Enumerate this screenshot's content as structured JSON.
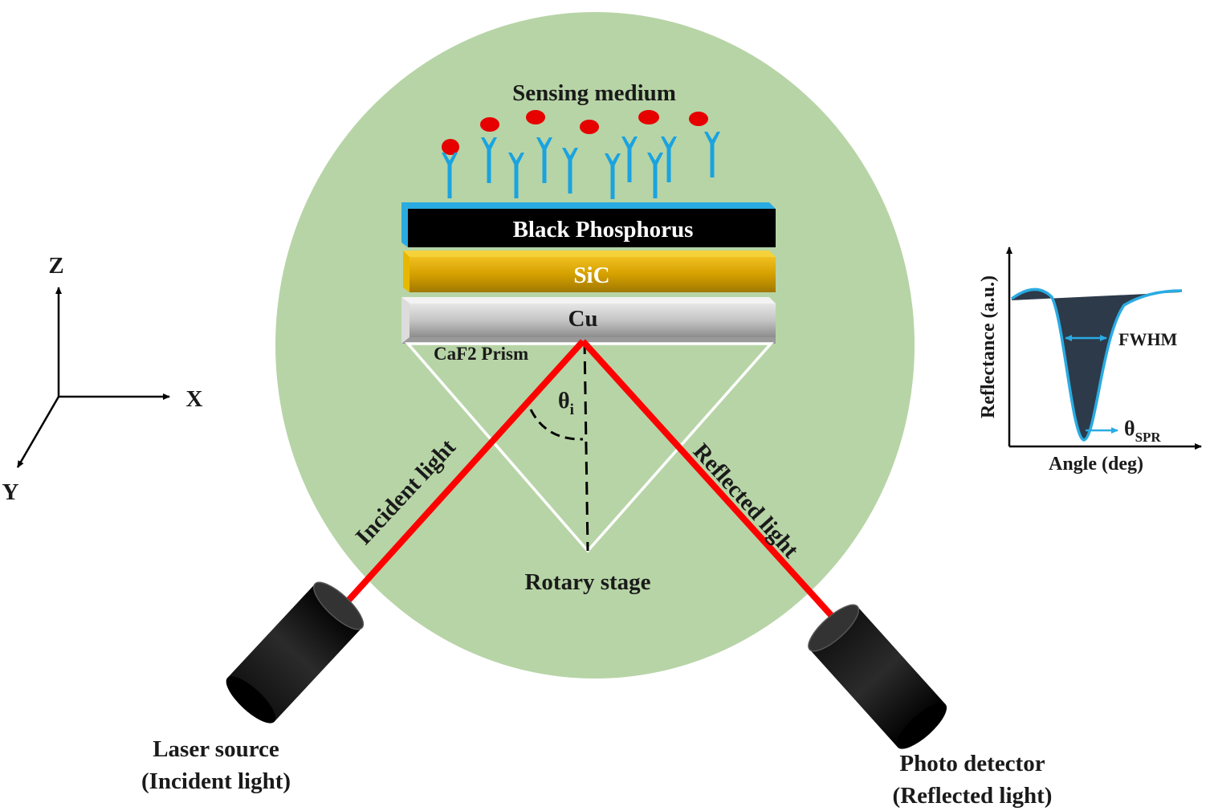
{
  "diagram": {
    "sensing_medium": "Sensing medium",
    "layers": {
      "black_phosphorus": "Black Phosphorus",
      "sic": "SiC",
      "cu": "Cu"
    },
    "prism": "CaF2 Prism",
    "angle": {
      "symbol": "θ",
      "subscript": "i"
    },
    "incident_light": "Incident light",
    "reflected_light": "Reflected light",
    "rotary_stage": "Rotary stage",
    "laser_source": {
      "line1": "Laser source",
      "line2": "(Incident light)"
    },
    "photo_detector": {
      "line1": "Photo detector",
      "line2": "(Reflected light)"
    },
    "axes": {
      "z": "Z",
      "x": "X",
      "y": "Y"
    },
    "inset": {
      "ylabel": "Reflectance  (a.u.)",
      "xlabel": "Angle (deg)",
      "fwhm": "FWHM",
      "theta_spr": {
        "symbol": "θ",
        "subscript": "SPR"
      }
    },
    "colors": {
      "stage": "#b7d4a6",
      "beam": "#ff0000",
      "analyte": "#e60000",
      "receptor": "#1aa3e0",
      "bp_layer": "#000000",
      "sic_layer": "#d4a000",
      "cu_layer": "#c4c4c4",
      "curve": "#29abe2",
      "dip_fill": "#2d3a4a"
    }
  }
}
